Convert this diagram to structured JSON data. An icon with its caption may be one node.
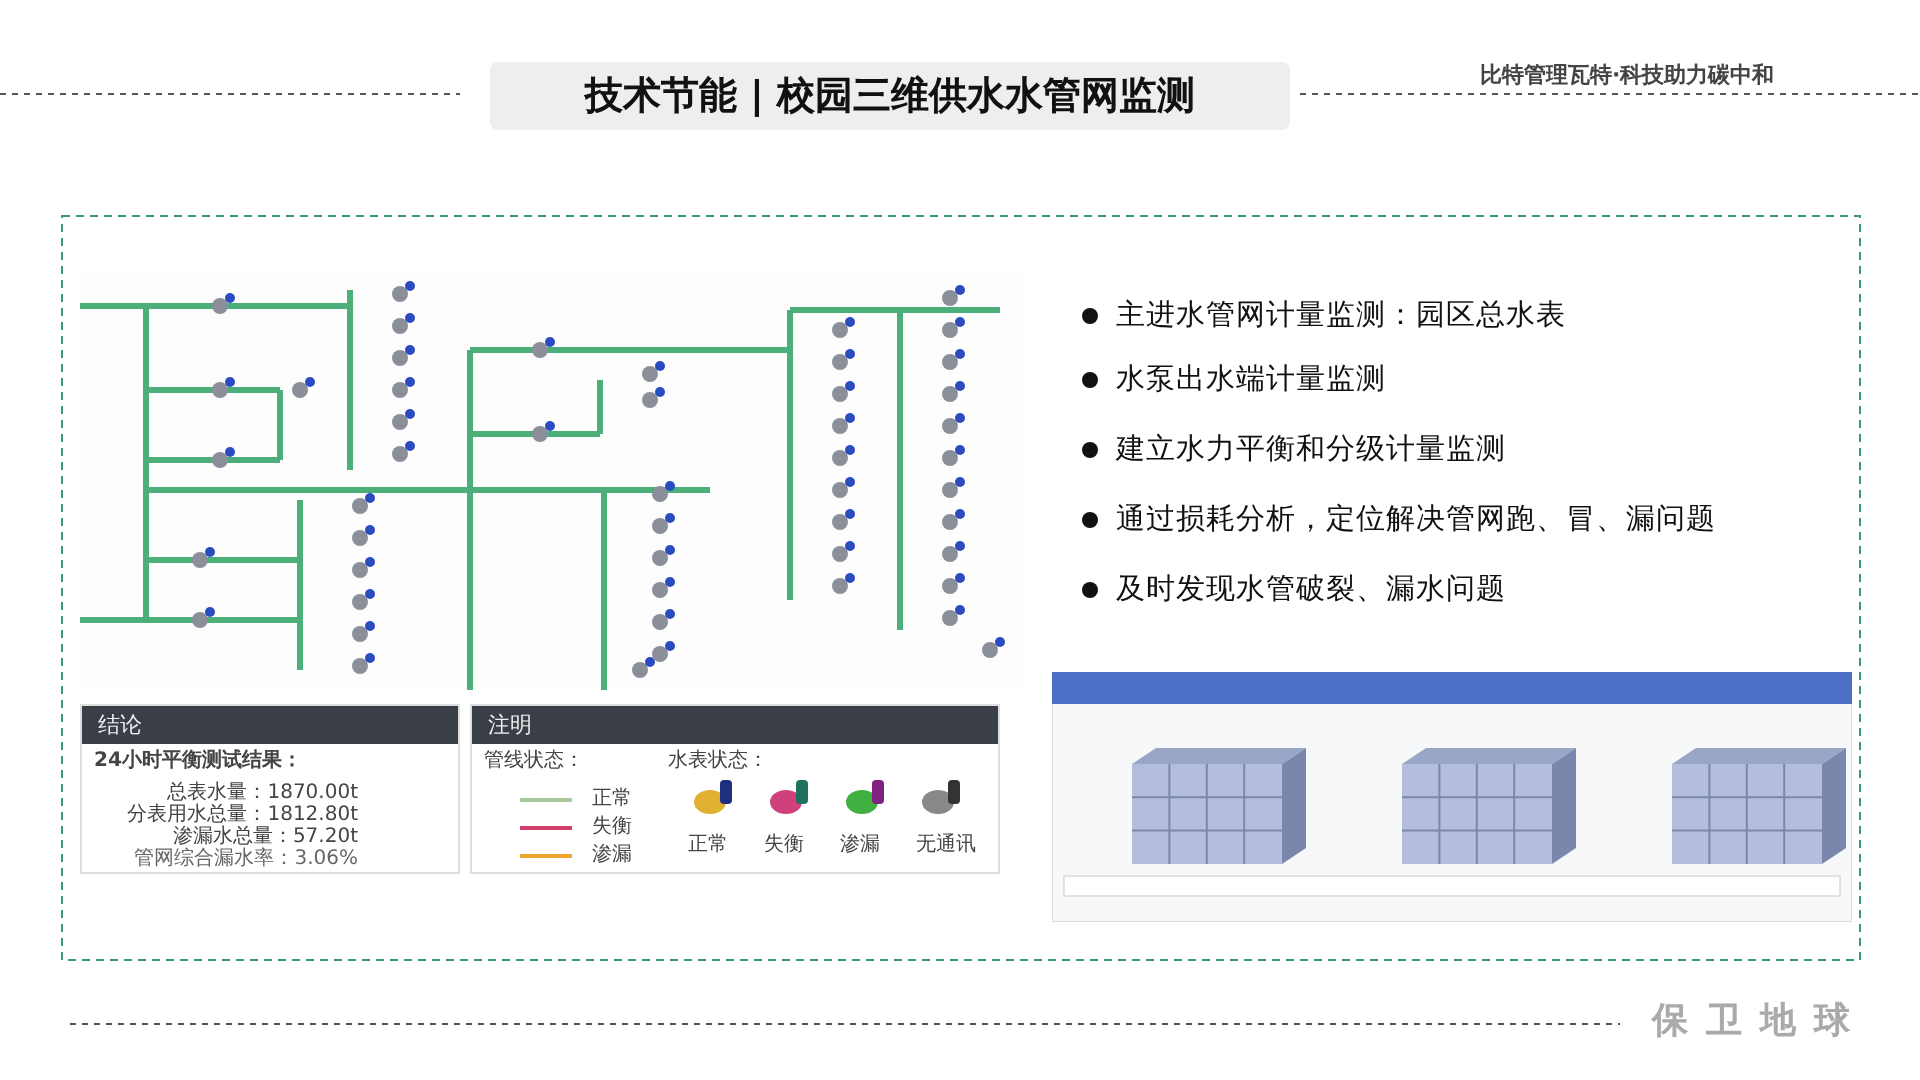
{
  "diagram": {
    "title": "技术节能 | 校园三维供水水管网监测",
    "labels": [
      "比特管理瓦特·科技助力碳中和",
      "主进水管网计量监测：园区总水表",
      "水泵出水端计量监测",
      "建立水力平衡和分级计量监测",
      "通过损耗分析，定位解决管网跑、冒、漏问题",
      "及时发现水管破裂、漏水问题",
      "结论",
      "24小时平衡测试结果：",
      "总表水量：1870.00t",
      "分表用水总量：1812.80t",
      "渗漏水总量：57.20t",
      "管网综合漏水率：3.06%",
      "注明",
      "管线状态：",
      "水表状态：",
      "正常",
      "失衡",
      "渗漏",
      "无通讯",
      "保卫地球"
    ],
    "legend": [
      {
        "text": "正常"
      },
      {
        "text": "失衡"
      },
      {
        "text": "渗漏"
      }
    ]
  }
}
